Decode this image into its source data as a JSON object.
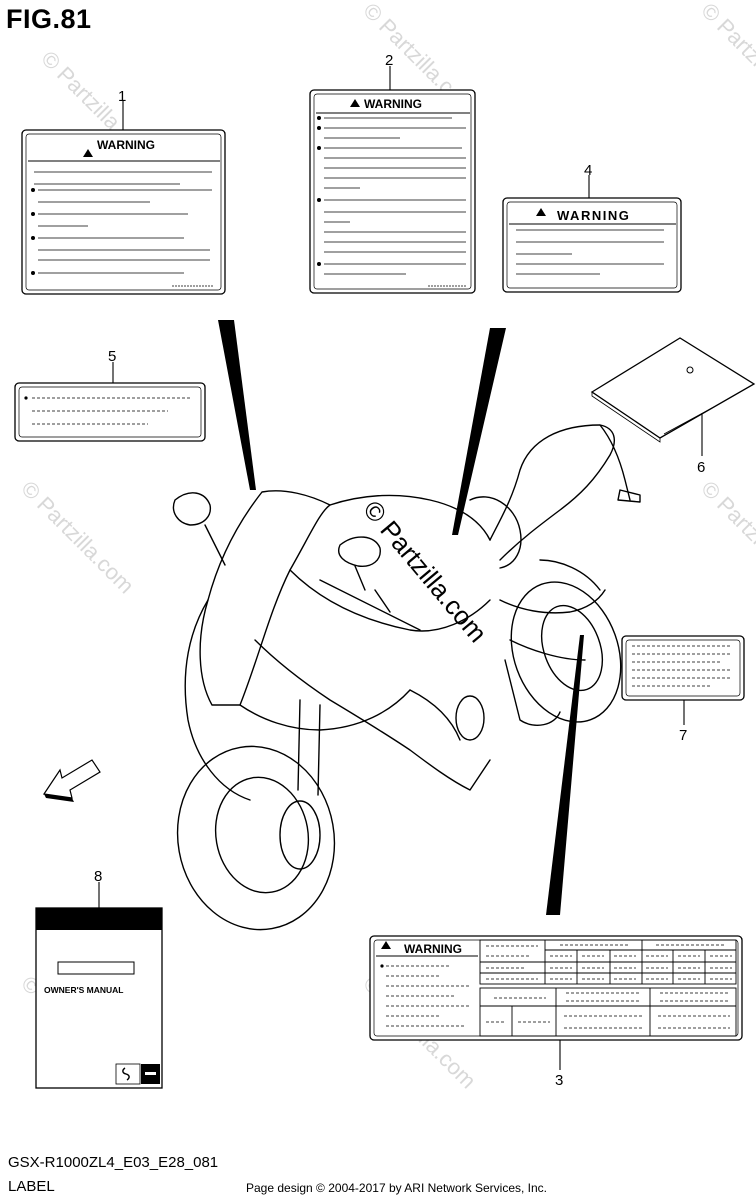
{
  "figure": {
    "title": "FIG.81"
  },
  "footer": {
    "model_code": "GSX-R1000ZL4_E03_E28_081",
    "section": "LABEL",
    "copyright": "Page design © 2004-2017 by ARI Network Services, Inc."
  },
  "watermark": {
    "center": "© Partzilla.com",
    "repeat": "© Partzilla.com"
  },
  "callouts": [
    "1",
    "2",
    "3",
    "4",
    "5",
    "6",
    "7",
    "8"
  ],
  "labels": {
    "warning_text": "WARNING",
    "manual_title": "OWNER'S MANUAL"
  },
  "colors": {
    "ink": "#000000",
    "watermark": "#d8d8d8"
  }
}
